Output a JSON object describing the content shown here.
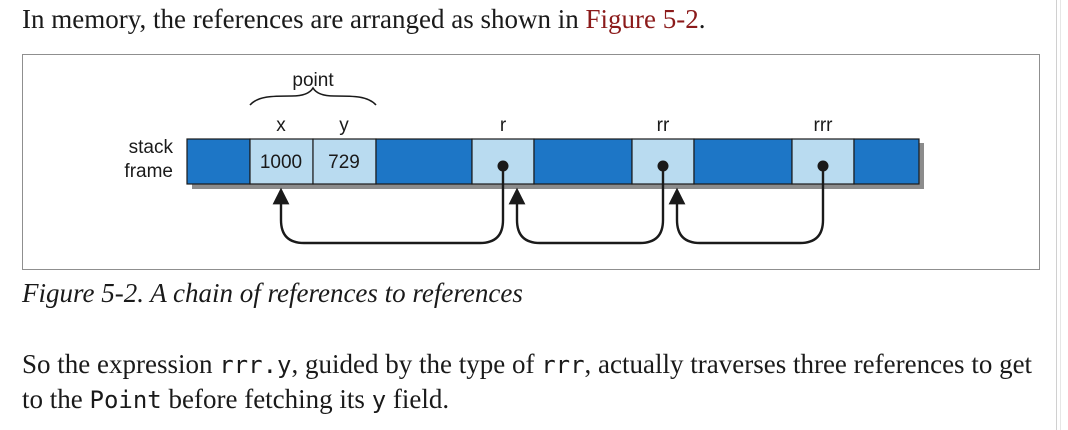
{
  "intro": {
    "before": "In memory, the references are arranged as shown in ",
    "link": "Figure 5-2",
    "after": "."
  },
  "figure": {
    "stack_label_line1": "stack",
    "stack_label_line2": "frame",
    "group_label": "point",
    "field_x_label": "x",
    "field_y_label": "y",
    "field_x_value": "1000",
    "field_y_value": "729",
    "ref_r_label": "r",
    "ref_rr_label": "rr",
    "ref_rrr_label": "rrr",
    "colors": {
      "cell_dark": "#1d76c6",
      "cell_light": "#b9dbf0",
      "outline": "#1a1a1a",
      "shadow": "#8c8c8c"
    }
  },
  "caption": "Figure 5-2. A chain of references to references",
  "body": {
    "t1": "So the expression ",
    "code1": "rrr.y",
    "t2": ", guided by the type of ",
    "code2": "rrr",
    "t3": ", actually traverses three references to get to the ",
    "code3": "Point",
    "t4": " before fetching its ",
    "code4": "y",
    "t5": " field."
  }
}
